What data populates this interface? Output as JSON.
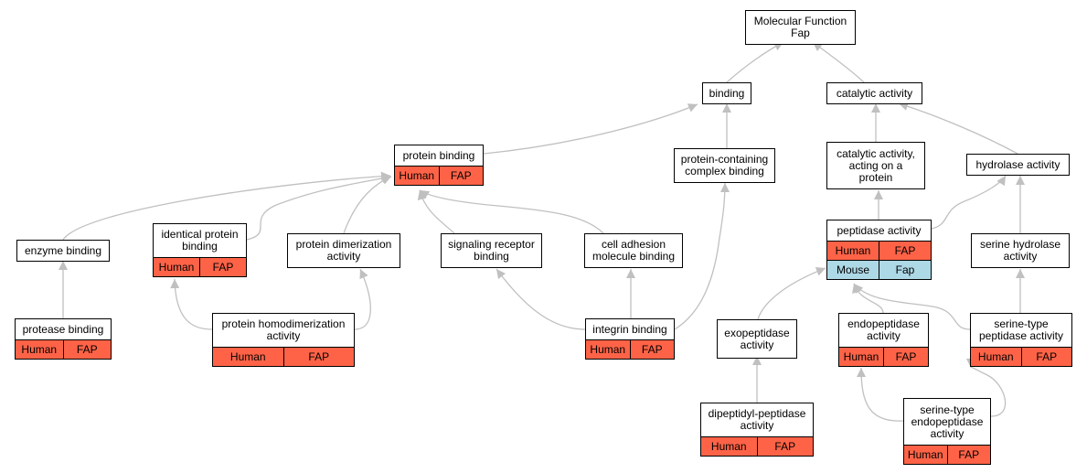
{
  "colors": {
    "human": "#ff6347",
    "mouse": "#add8e6",
    "edge": "#c0c0c0"
  },
  "nodes": {
    "molecular_function": {
      "title": "Molecular Function\nFap"
    },
    "binding": {
      "title": "binding"
    },
    "catalytic_activity": {
      "title": "catalytic activity"
    },
    "protein_binding": {
      "title": "protein binding",
      "rows": [
        [
          "Human",
          "FAP"
        ]
      ]
    },
    "protein_containing_complex_binding": {
      "title": "protein-containing\ncomplex binding"
    },
    "catalytic_activity_acting_on_protein": {
      "title": "catalytic activity,\nacting on a\nprotein"
    },
    "hydrolase_activity": {
      "title": "hydrolase activity"
    },
    "enzyme_binding": {
      "title": "enzyme binding"
    },
    "identical_protein_binding": {
      "title": "identical protein\nbinding",
      "rows": [
        [
          "Human",
          "FAP"
        ]
      ]
    },
    "protein_dimerization_activity": {
      "title": "protein dimerization\nactivity"
    },
    "signaling_receptor_binding": {
      "title": "signaling receptor\nbinding"
    },
    "cell_adhesion_molecule_binding": {
      "title": "cell adhesion\nmolecule binding"
    },
    "peptidase_activity": {
      "title": "peptidase activity",
      "rows": [
        [
          "Human",
          "FAP"
        ],
        [
          "Mouse",
          "Fap"
        ]
      ]
    },
    "serine_hydrolase_activity": {
      "title": "serine hydrolase\nactivity"
    },
    "protease_binding": {
      "title": "protease binding",
      "rows": [
        [
          "Human",
          "FAP"
        ]
      ]
    },
    "protein_homodimerization_activity": {
      "title": "protein homodimerization\nactivity",
      "rows": [
        [
          "Human",
          "FAP"
        ]
      ]
    },
    "integrin_binding": {
      "title": "integrin binding",
      "rows": [
        [
          "Human",
          "FAP"
        ]
      ]
    },
    "exopeptidase_activity": {
      "title": "exopeptidase\nactivity"
    },
    "endopeptidase_activity": {
      "title": "endopeptidase\nactivity",
      "rows": [
        [
          "Human",
          "FAP"
        ]
      ]
    },
    "serine_type_peptidase_activity": {
      "title": "serine-type\npeptidase activity",
      "rows": [
        [
          "Human",
          "FAP"
        ]
      ]
    },
    "dipeptidyl_peptidase_activity": {
      "title": "dipeptidyl-peptidase\nactivity",
      "rows": [
        [
          "Human",
          "FAP"
        ]
      ]
    },
    "serine_type_endopeptidase_activity": {
      "title": "serine-type\nendopeptidase\nactivity",
      "rows": [
        [
          "Human",
          "FAP"
        ]
      ]
    }
  },
  "edges": [
    [
      "binding",
      "molecular_function"
    ],
    [
      "catalytic_activity",
      "molecular_function"
    ],
    [
      "protein_binding",
      "binding"
    ],
    [
      "protein_containing_complex_binding",
      "binding"
    ],
    [
      "catalytic_activity_acting_on_protein",
      "catalytic_activity"
    ],
    [
      "hydrolase_activity",
      "catalytic_activity"
    ],
    [
      "enzyme_binding",
      "protein_binding"
    ],
    [
      "identical_protein_binding",
      "protein_binding"
    ],
    [
      "protein_dimerization_activity",
      "protein_binding"
    ],
    [
      "signaling_receptor_binding",
      "protein_binding"
    ],
    [
      "cell_adhesion_molecule_binding",
      "protein_binding"
    ],
    [
      "peptidase_activity",
      "catalytic_activity_acting_on_protein"
    ],
    [
      "peptidase_activity",
      "hydrolase_activity"
    ],
    [
      "serine_hydrolase_activity",
      "hydrolase_activity"
    ],
    [
      "protease_binding",
      "enzyme_binding"
    ],
    [
      "protein_homodimerization_activity",
      "identical_protein_binding"
    ],
    [
      "protein_homodimerization_activity",
      "protein_dimerization_activity"
    ],
    [
      "integrin_binding",
      "signaling_receptor_binding"
    ],
    [
      "integrin_binding",
      "cell_adhesion_molecule_binding"
    ],
    [
      "integrin_binding",
      "protein_containing_complex_binding"
    ],
    [
      "exopeptidase_activity",
      "peptidase_activity"
    ],
    [
      "endopeptidase_activity",
      "peptidase_activity"
    ],
    [
      "serine_type_peptidase_activity",
      "peptidase_activity"
    ],
    [
      "serine_type_peptidase_activity",
      "serine_hydrolase_activity"
    ],
    [
      "dipeptidyl_peptidase_activity",
      "exopeptidase_activity"
    ],
    [
      "serine_type_endopeptidase_activity",
      "endopeptidase_activity"
    ],
    [
      "serine_type_endopeptidase_activity",
      "serine_type_peptidase_activity"
    ]
  ]
}
